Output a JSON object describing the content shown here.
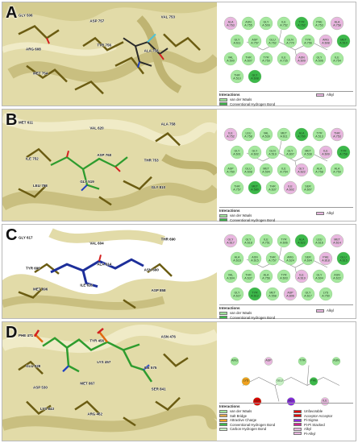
{
  "panels": [
    {
      "letter": "A",
      "residues_mol": [
        "GLY 506",
        "ASP 757",
        "VAL 753",
        "ARG 608",
        "TYR 756",
        "ALA 758",
        "MET 754"
      ],
      "residues_2d": [
        "ALA A:763",
        "ASN A:755",
        "GLY A:509",
        "ILE A:752",
        "TYR A:762",
        "PHE A:753",
        "ALA A:758",
        "GLY A:611",
        "ASP A:757",
        "GLU A:762",
        "GLN A:770",
        "TYR A:756",
        "ARG A:608",
        "MET A:510",
        "VAL A:500",
        "THR A:607",
        "TYR A:759",
        "ILE A:735",
        "ASN A:609",
        "GLY A:506",
        "ILE A:754",
        "THR A:510",
        "GLY A:608"
      ],
      "interactions_label": "Interactions",
      "legend": [
        {
          "label": "van der Waals",
          "color": "#9fe39a"
        },
        {
          "label": "Conventional Hydrogen Bond",
          "color": "#3cb84a"
        }
      ],
      "legend_right": [
        {
          "label": "Alkyl",
          "color": "#e8b6df"
        }
      ]
    },
    {
      "letter": "B",
      "residues_mol": [
        "MET 611",
        "VAL 620",
        "ALA 758",
        "ILE 752",
        "ASP 760",
        "THR 753",
        "LEU 758",
        "GLY 519",
        "GLY 810"
      ],
      "residues_2d": [
        "ILE A:752",
        "LEU A:758",
        "VAL A:539",
        "MET A:611",
        "ALA A:760",
        "TYR A:513",
        "THR A:753",
        "GLY A:601",
        "GLY A:602",
        "GLN A:519",
        "GLY A:807",
        "MET A:538",
        "ILE A:609",
        "TYR A:758",
        "ASP A:760",
        "GLU A:608",
        "MET A:594",
        "ILE A:754",
        "GLY A:622",
        "ALA A:758",
        "ALA A:759",
        "THR A:757",
        "MET A:580",
        "THR A:637",
        "ILE A:602",
        "SER A:607"
      ],
      "interactions_label": "Interactions",
      "legend": [
        {
          "label": "van der Waals",
          "color": "#9fe39a"
        },
        {
          "label": "Conventional Hydrogen Bond",
          "color": "#3cb84a"
        }
      ],
      "legend_right": [
        {
          "label": "Alkyl",
          "color": "#e8b6df"
        }
      ]
    },
    {
      "letter": "C",
      "residues_mol": [
        "GLY 617",
        "VAL 604",
        "THR 690",
        "TYR 696",
        "ALA 614",
        "ASN 690",
        "MET 696",
        "ILE 616",
        "ASP 858"
      ],
      "residues_2d": [
        "GLY A:617",
        "GLY A:618",
        "ILE A:751",
        "TYR A:606",
        "ALA A:622",
        "LEU A:616",
        "MET A:614",
        "ALA A:616",
        "ASN A:615",
        "THR A:757",
        "ARG A:624",
        "SER A:694",
        "PHE A:818",
        "GLU A:615",
        "VAL A:604",
        "THR A:637",
        "ALA A:756",
        "TYR A:603",
        "ILE A:619",
        "GLY A:604",
        "ASN A:622",
        "GLY A:627",
        "TYR A:612",
        "MET A:558",
        "ASP A:806",
        "GLY A:617",
        "LYS A:750"
      ],
      "interactions_label": "Interactions",
      "legend": [
        {
          "label": "van der Waals",
          "color": "#9fe39a"
        },
        {
          "label": "Conventional Hydrogen Bond",
          "color": "#3cb84a"
        }
      ],
      "legend_right": [
        {
          "label": "Alkyl",
          "color": "#e8b6df"
        }
      ]
    },
    {
      "letter": "D",
      "residues_mol": [
        "PHE 471",
        "TYR 456",
        "ASN 476",
        "GLU 528",
        "LYS 457",
        "ILE 575",
        "ASP 530",
        "MET 867",
        "SER 841",
        "LYS 843",
        "ARG 462"
      ],
      "residues_2d": [
        "ARG",
        "LYS",
        "SER",
        "ASP",
        "GLU",
        "MET",
        "TYR",
        "PHE",
        "ILE",
        "ASN"
      ],
      "interactions_label": "Interactions",
      "legend": [
        {
          "label": "van der Waals",
          "color": "#9fe39a"
        },
        {
          "label": "Salt Bridge",
          "color": "#e3a84b"
        },
        {
          "label": "Attractive Charge",
          "color": "#f0a020"
        },
        {
          "label": "Conventional Hydrogen Bond",
          "color": "#3cb84a"
        },
        {
          "label": "Carbon Hydrogen Bond",
          "color": "#c7efc4"
        }
      ],
      "legend_right": [
        {
          "label": "Unfavorable",
          "color": "#e00000"
        },
        {
          "label": "Acceptor-Acceptor",
          "color": "#e00000"
        },
        {
          "label": "Pi-Sigma",
          "color": "#8a2be2"
        },
        {
          "label": "Pi-Pi Stacked",
          "color": "#d02090"
        },
        {
          "label": "Alkyl",
          "color": "#e8b6df"
        },
        {
          "label": "Pi-Alkyl",
          "color": "#e8b6df"
        }
      ]
    }
  ]
}
